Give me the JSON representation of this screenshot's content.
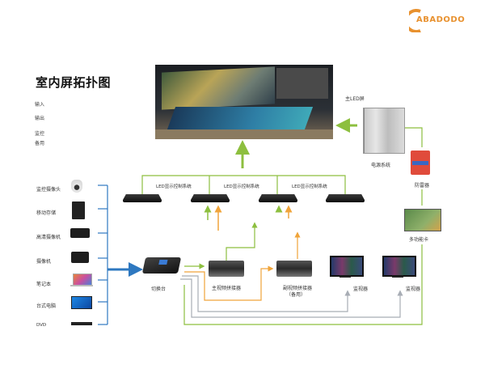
{
  "logo": {
    "text": "ABADODO",
    "color": "#e8912f"
  },
  "title": "室内屏拓扑图",
  "legend": [
    {
      "label": "输入"
    },
    {
      "label": "输出"
    },
    {
      "label": "监控"
    },
    {
      "label": "备用"
    }
  ],
  "colors": {
    "input_blue": "#2e78c0",
    "green": "#8dbf3f",
    "orange": "#f0a43a",
    "gray": "#a8adb5"
  },
  "sources": [
    {
      "label": "监控摄像头",
      "icon": "dome-camera-icon"
    },
    {
      "label": "移动存储",
      "icon": "storage-device-icon"
    },
    {
      "label": "高清摄像机",
      "icon": "hd-camcorder-icon"
    },
    {
      "label": "摄像机",
      "icon": "camcorder-icon"
    },
    {
      "label": "笔记本",
      "icon": "laptop-icon"
    },
    {
      "label": "台式电脑",
      "icon": "desktop-computer-icon"
    },
    {
      "label": "DVD",
      "icon": "dvd-player-icon"
    }
  ],
  "switcher": {
    "label": "切换台"
  },
  "main_splicer": {
    "label": "主视频拼接器"
  },
  "backup_splicer": {
    "label": "副视频拼接器",
    "sublabel": "（备用）"
  },
  "monitors": [
    {
      "label": "监视器"
    },
    {
      "label": "监视器"
    }
  ],
  "led_controllers": [
    {
      "label": "LED显示控制系统"
    },
    {
      "label": "LED显示控制系统"
    },
    {
      "label": "LED显示控制系统"
    }
  ],
  "led_screen": {
    "label": "主LED屏"
  },
  "power_system": {
    "label": "电源系统"
  },
  "surge_protector": {
    "label": "防雷器"
  },
  "multifunction_card": {
    "label": "多功能卡"
  }
}
